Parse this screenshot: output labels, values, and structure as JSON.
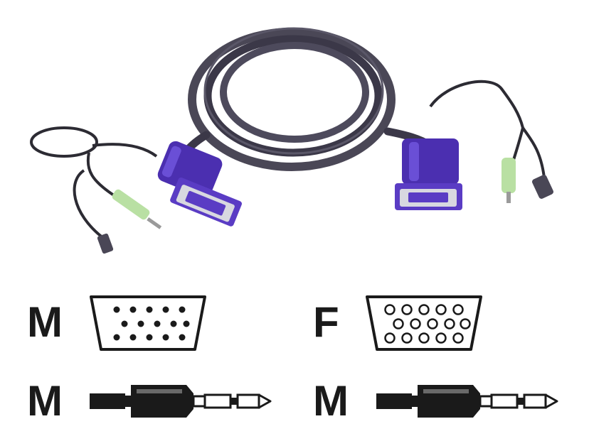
{
  "legend": {
    "vga_male_letter": "M",
    "vga_female_letter": "F",
    "audio_male_left_letter": "M",
    "audio_male_right_letter": "M"
  },
  "icons": {
    "cable": "kvm-cable-bundle-icon",
    "vga_male": "vga-male-connector-icon",
    "vga_female": "vga-female-connector-icon",
    "audio_jack": "audio-jack-plug-icon"
  },
  "colors": {
    "cable": "#3b3848",
    "connector_blue": "#4b2fb0",
    "audio_green": "#b9e0a3",
    "legend_ink": "#1a1a1a",
    "background": "#ffffff"
  }
}
